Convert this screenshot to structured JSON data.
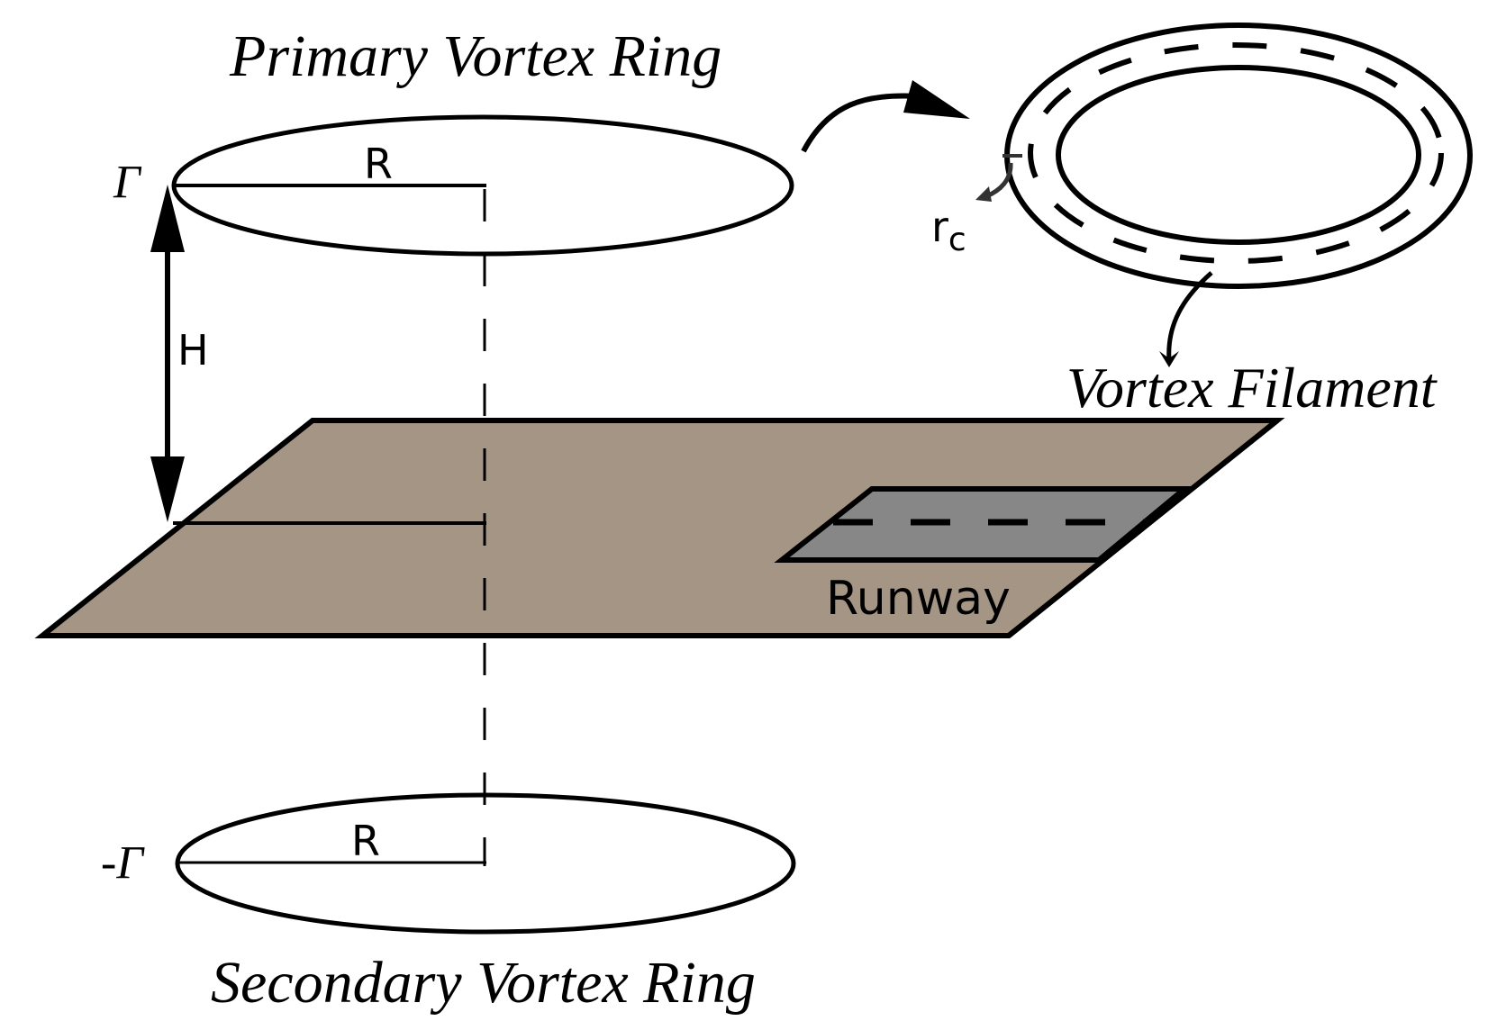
{
  "title_primary": "Primary Vortex Ring",
  "title_secondary": "Secondary Vortex Ring",
  "label_filament": "Vortex Filament",
  "label_runway": "Runway",
  "symbols": {
    "circulation": "Γ",
    "negative_circulation": "-Γ",
    "radius_primary": "R",
    "radius_secondary": "R",
    "height": "H",
    "core_radius_base": "r",
    "core_radius_sub": "c"
  },
  "colors": {
    "ground": "#a59584",
    "runway": "#878787",
    "stroke": "#000000",
    "core_arrow": "#333333"
  }
}
